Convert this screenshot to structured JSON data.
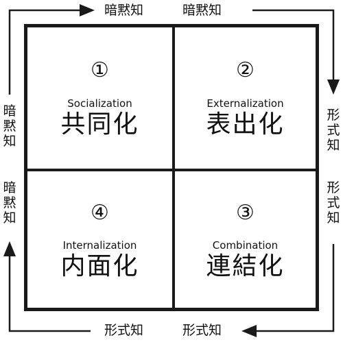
{
  "quadrants": {
    "top_left": {
      "number": "①",
      "english": "Socialization",
      "japanese": "共同化"
    },
    "top_right": {
      "number": "②",
      "english": "Externalization",
      "japanese": "表出化"
    },
    "bottom_right": {
      "number": "③",
      "english": "Combination",
      "japanese": "連結化"
    },
    "bottom_left": {
      "number": "④",
      "english": "Internalization",
      "japanese": "内面化"
    }
  },
  "edges": {
    "top_left": [
      "暗",
      "黙",
      "知"
    ],
    "top_right": [
      "暗",
      "黙",
      "知"
    ],
    "right_upper": [
      "形",
      "式",
      "知"
    ],
    "right_lower": [
      "形",
      "式",
      "知"
    ],
    "bottom_right": [
      "形",
      "式",
      "知"
    ],
    "bottom_left": [
      "形",
      "式",
      "知"
    ],
    "left_lower": [
      "暗",
      "黙",
      "知"
    ],
    "left_upper": [
      "暗",
      "黙",
      "知"
    ]
  },
  "colors": {
    "line": "#1a1a1a",
    "background": "#ffffff"
  }
}
